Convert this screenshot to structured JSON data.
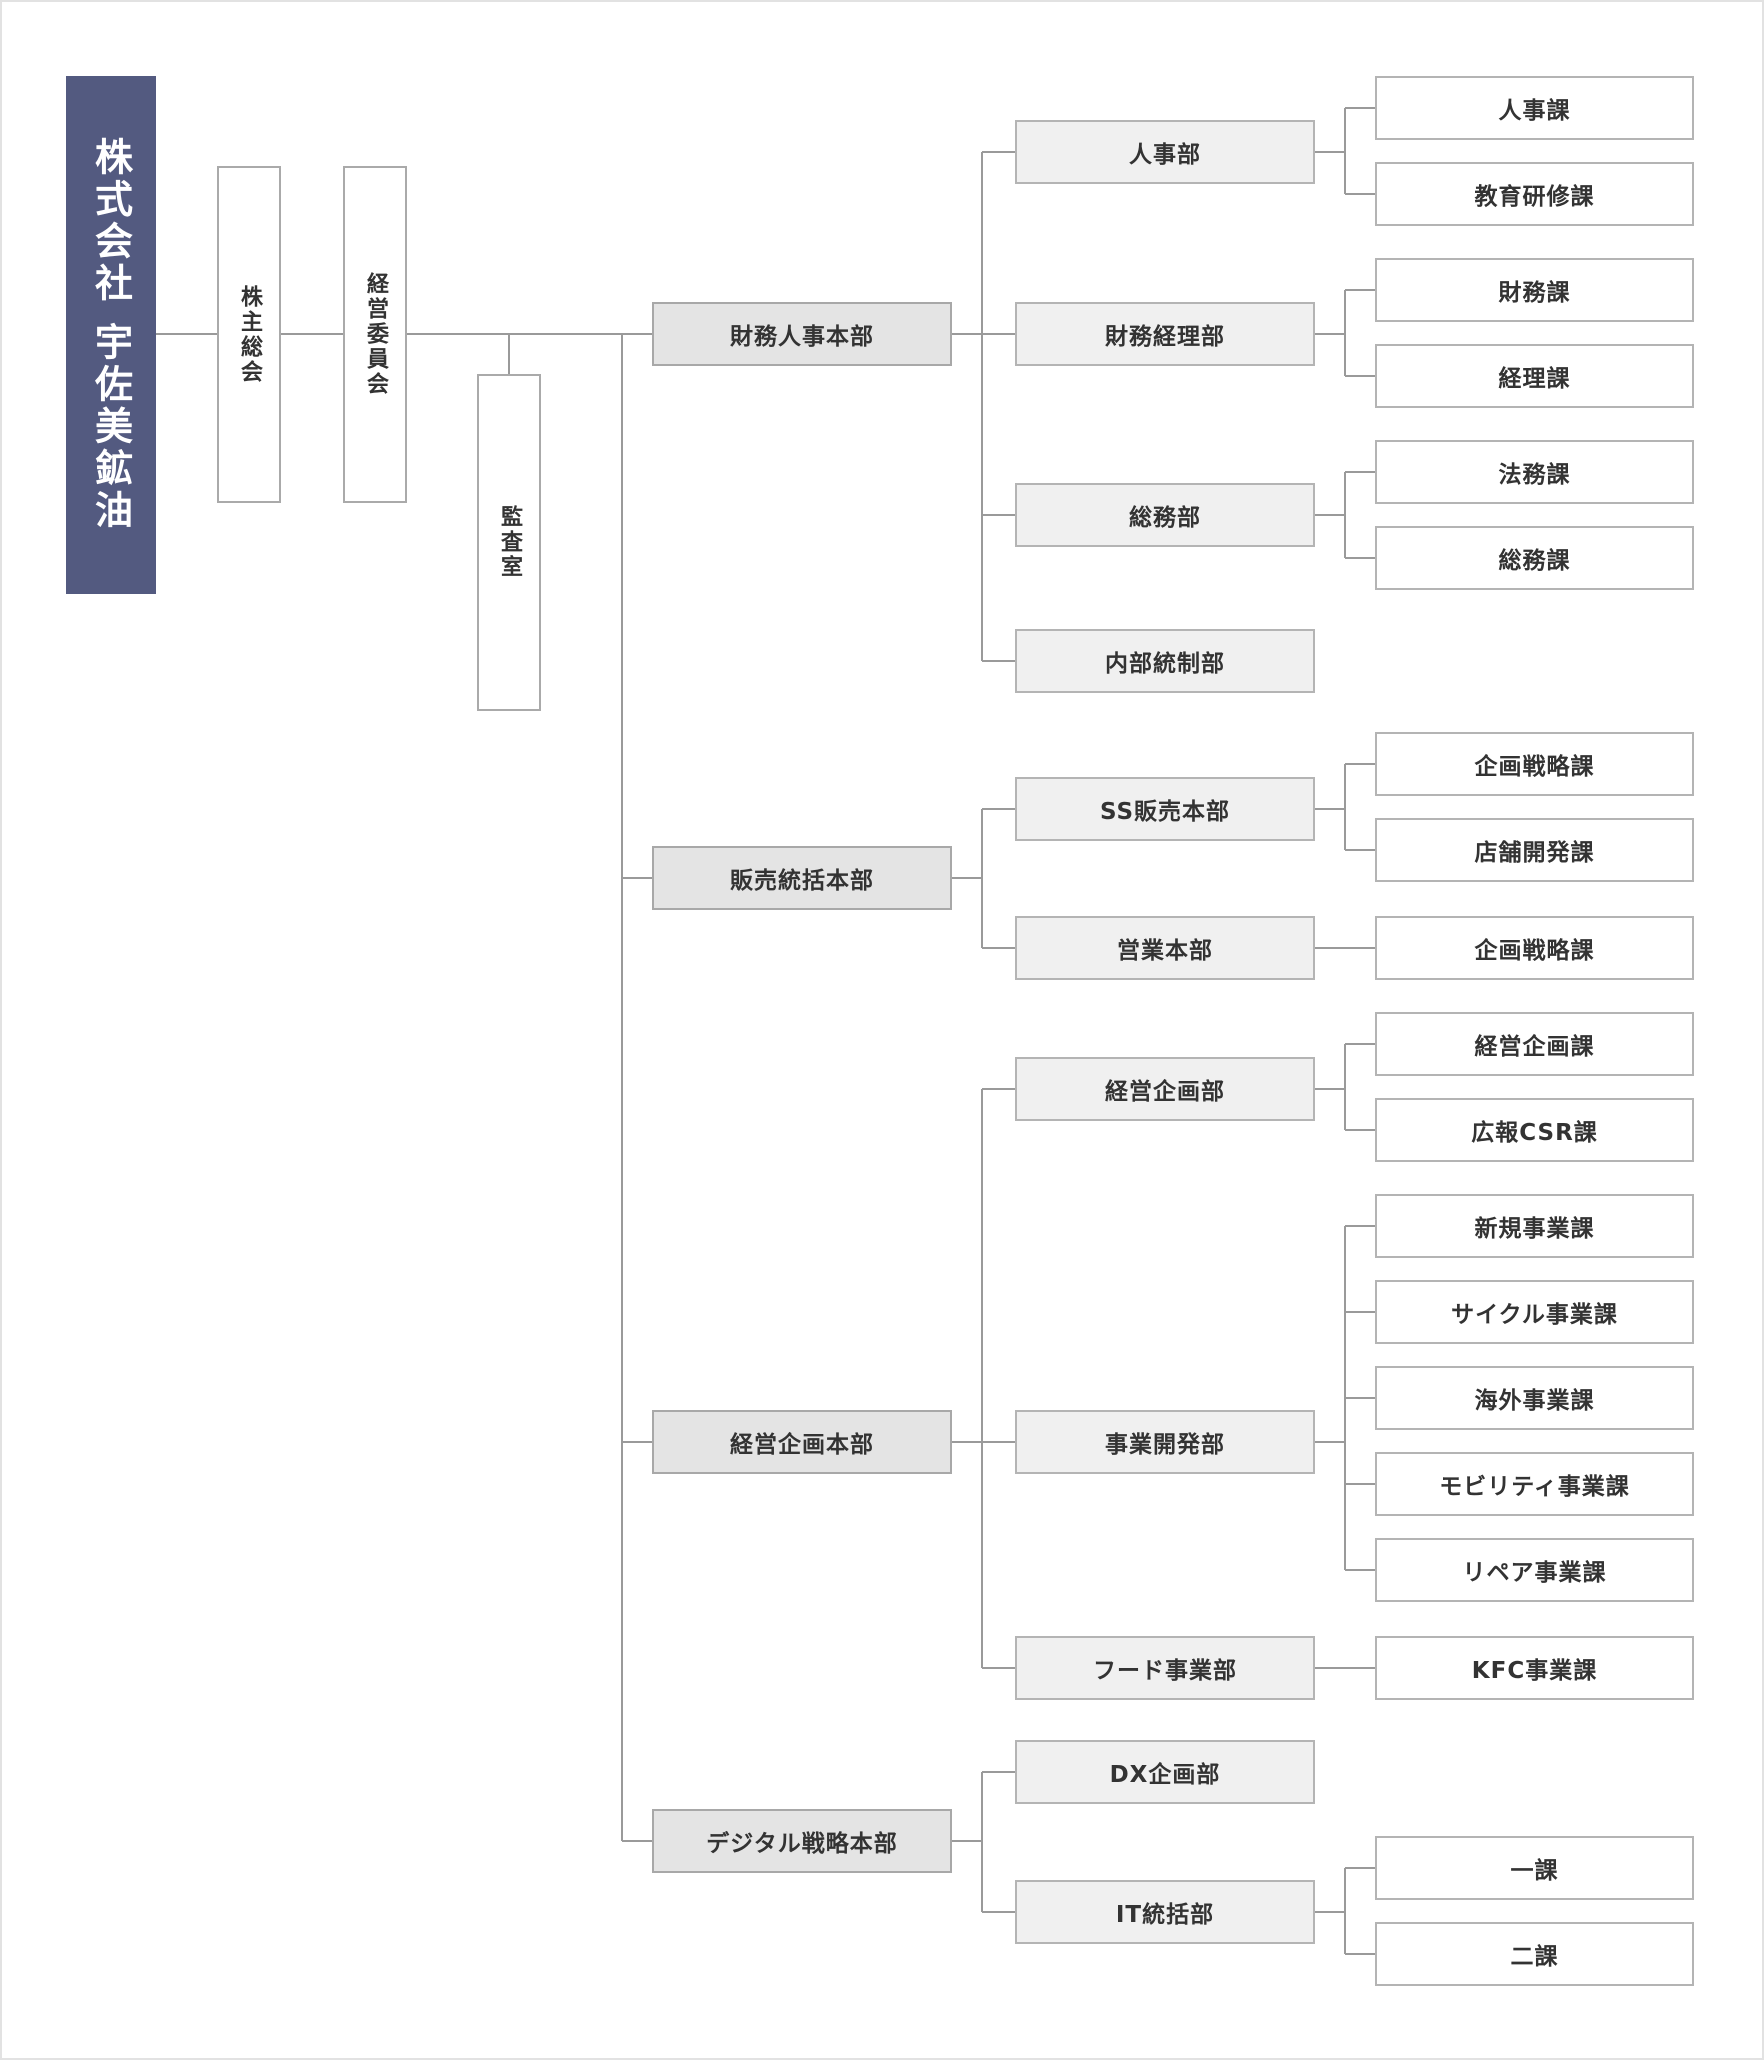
{
  "company": "株式会社 宇佐美鉱油",
  "governance": {
    "shareholders": "株主総会",
    "committee": "経営委員会",
    "audit": "監査室"
  },
  "divisions": [
    {
      "name": "財務人事本部",
      "departments": [
        {
          "name": "人事部",
          "sections": [
            "人事課",
            "教育研修課"
          ]
        },
        {
          "name": "財務経理部",
          "sections": [
            "財務課",
            "経理課"
          ]
        },
        {
          "name": "総務部",
          "sections": [
            "法務課",
            "総務課"
          ]
        },
        {
          "name": "内部統制部",
          "sections": []
        }
      ]
    },
    {
      "name": "販売統括本部",
      "departments": [
        {
          "name": "SS販売本部",
          "sections": [
            "企画戦略課",
            "店舗開発課"
          ]
        },
        {
          "name": "営業本部",
          "sections": [
            "企画戦略課"
          ]
        }
      ]
    },
    {
      "name": "経営企画本部",
      "departments": [
        {
          "name": "経営企画部",
          "sections": [
            "経営企画課",
            "広報CSR課"
          ]
        },
        {
          "name": "事業開発部",
          "sections": [
            "新規事業課",
            "サイクル事業課",
            "海外事業課",
            "モビリティ事業課",
            "リペア事業課"
          ]
        },
        {
          "name": "フード事業部",
          "sections": [
            "KFC事業課"
          ]
        }
      ]
    },
    {
      "name": "デジタル戦略本部",
      "departments": [
        {
          "name": "DX企画部",
          "sections": []
        },
        {
          "name": "IT統括部",
          "sections": [
            "一課",
            "二課"
          ]
        }
      ]
    }
  ]
}
